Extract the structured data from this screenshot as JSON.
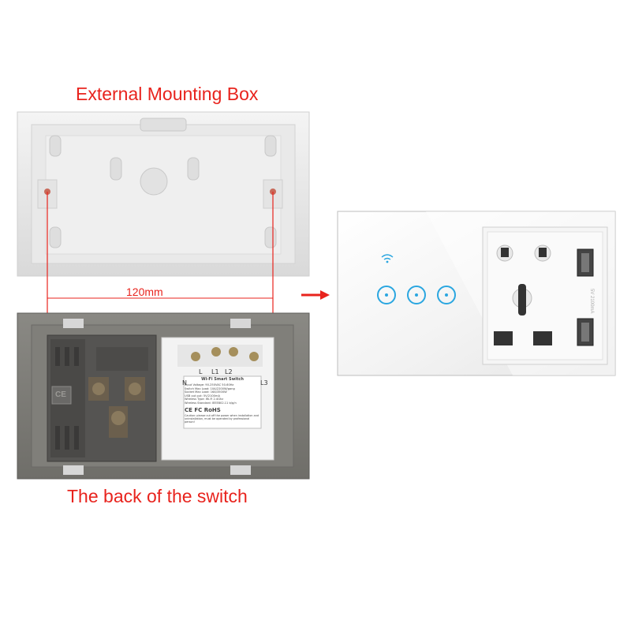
{
  "captions": {
    "top": "External Mounting Box",
    "bottom": "The back of the switch"
  },
  "dimension": {
    "label": "120mm"
  },
  "back_panel": {
    "terminals": {
      "n": "N",
      "l": "L",
      "l1": "L1",
      "l2": "L2",
      "l3": "L3"
    },
    "module_title": "Wi-Fi Smart Switch",
    "spec_lines": [
      "Input Voltage: 90-250VAC 50-60Hz",
      "Switch Max Load: 10A/2200W/gang",
      "Socket Max Load: 16A/3500W",
      "USB out put: 5V/2100mA",
      "Wireless Type: Wi-Fi 2.4Ghz",
      "Wireless Standard: IEEE802.11 b/g/n"
    ],
    "caution": "Caution: please cut off the power when installation and uninstallation, must be operated by professional person!",
    "cert_marks": "CE FC RoHS",
    "ce_mark": "CE"
  },
  "front_panel": {
    "usb_label": "5V 2100mA",
    "touch_buttons": 3
  },
  "colors": {
    "caption_red": "#e8231d",
    "touch_ring": "#2aa6e0",
    "panel_gray": "#7c7b76"
  }
}
